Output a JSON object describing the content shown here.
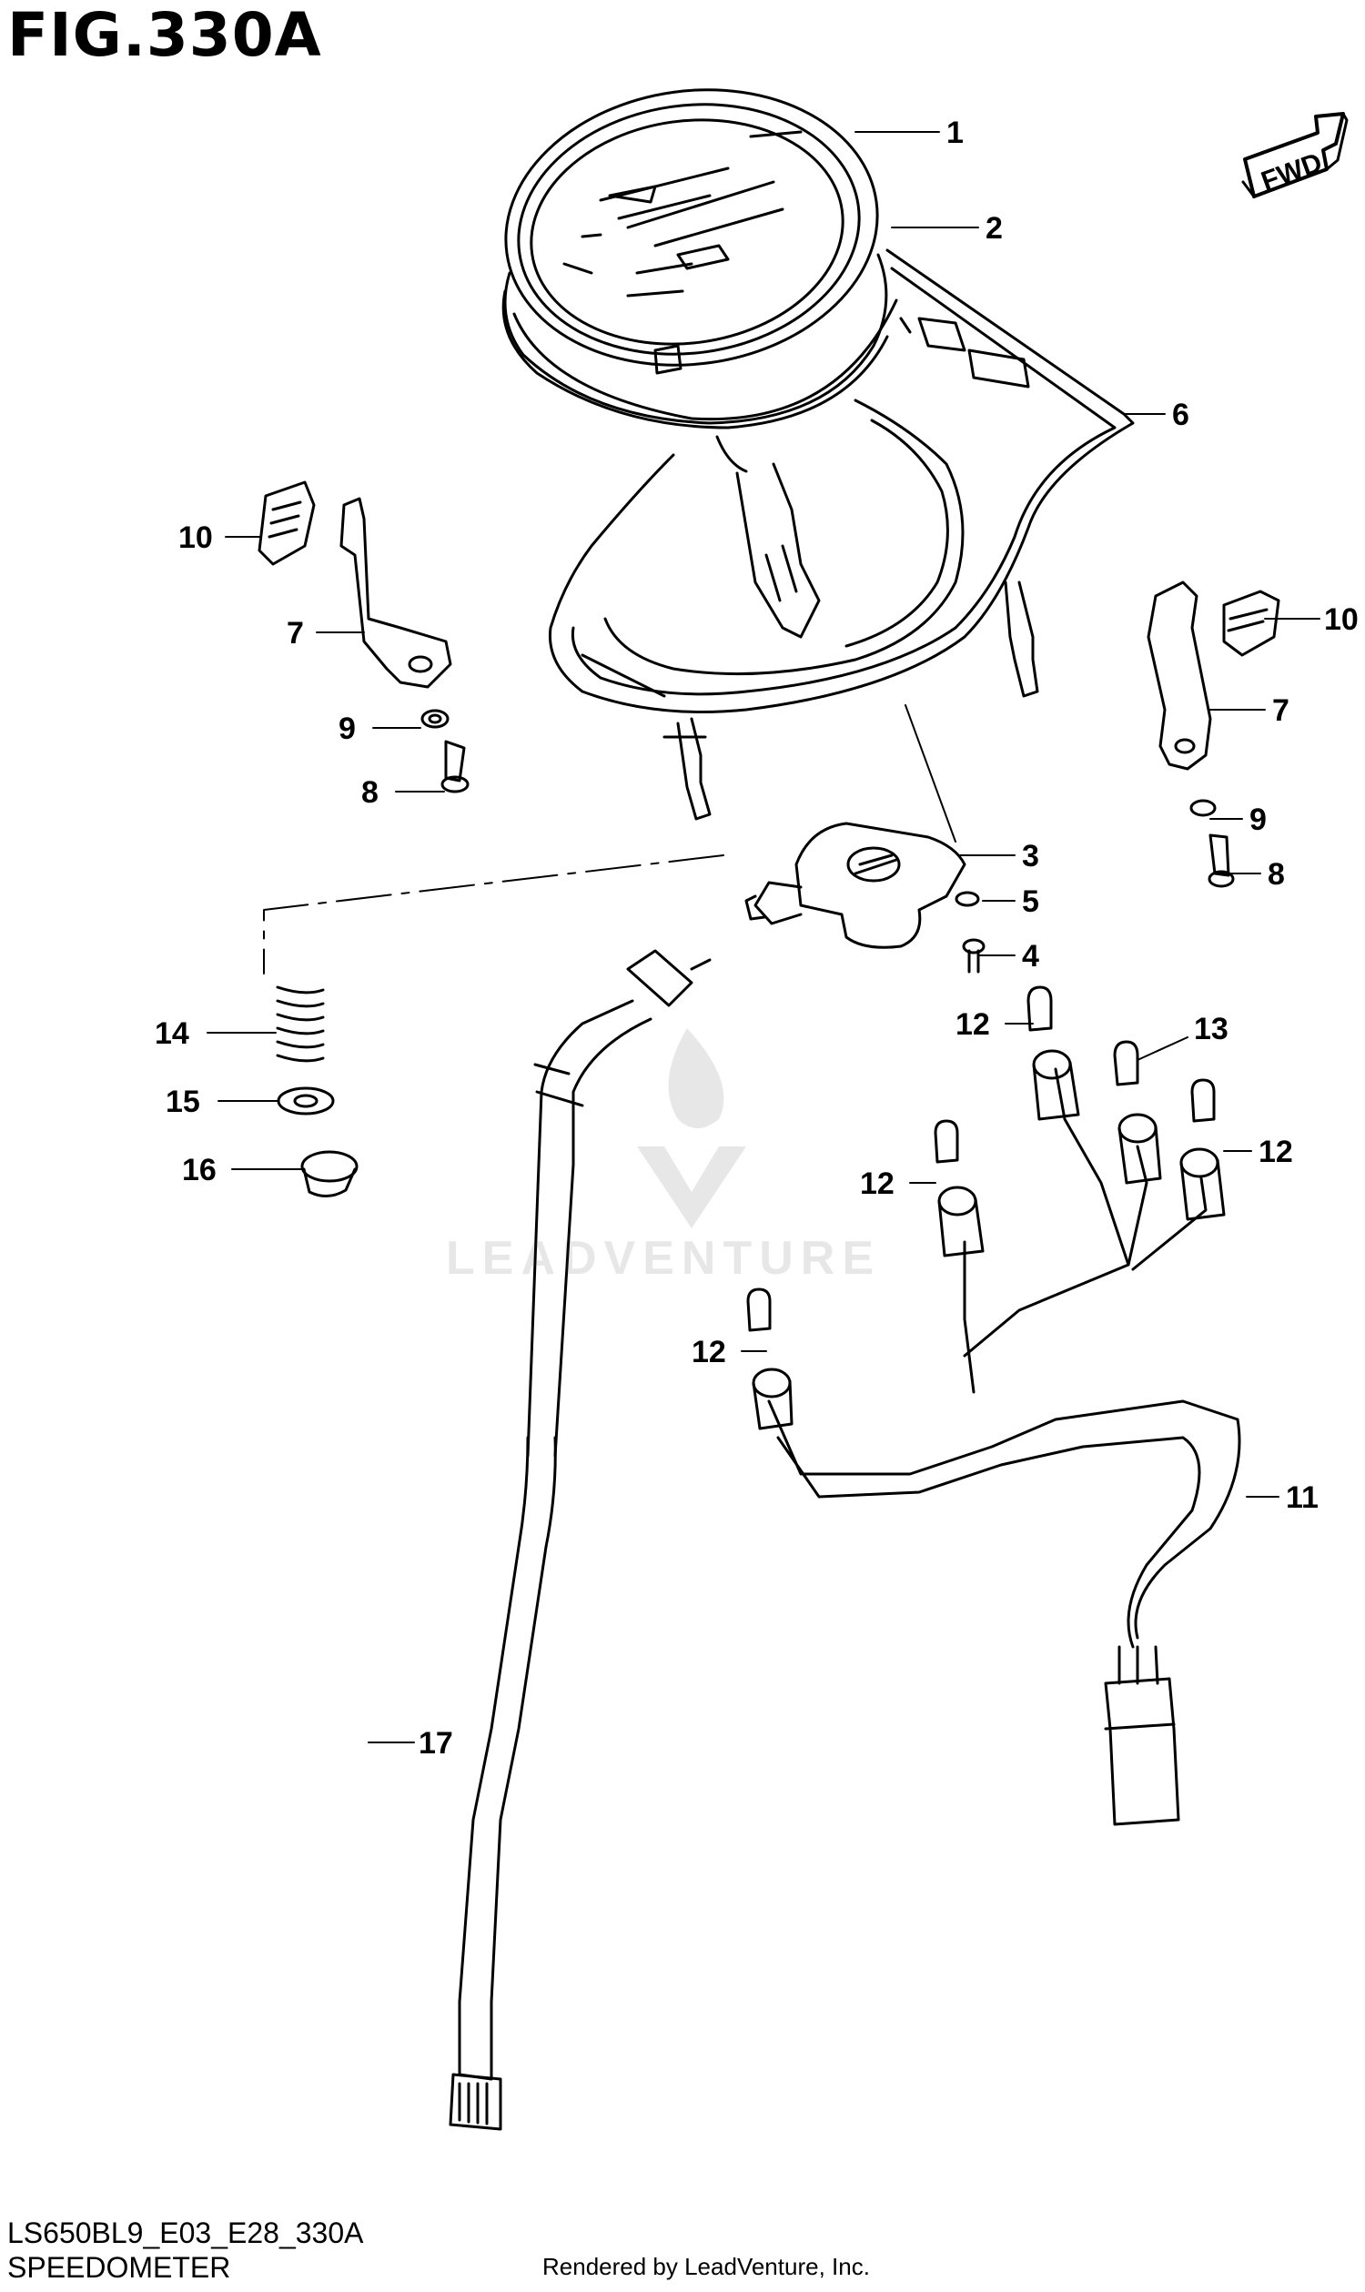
{
  "figure_title": "FIG.330A",
  "fwd_label": "FWD",
  "watermark": "LEADVENTURE",
  "footer": {
    "code": "LS650BL9_E03_E28_330A",
    "name": "SPEEDOMETER",
    "rendered": "Rendered by LeadVenture, Inc."
  },
  "callouts": [
    {
      "id": "c1",
      "label": "1"
    },
    {
      "id": "c2",
      "label": "2"
    },
    {
      "id": "c3",
      "label": "3"
    },
    {
      "id": "c4",
      "label": "4"
    },
    {
      "id": "c5",
      "label": "5"
    },
    {
      "id": "c6",
      "label": "6"
    },
    {
      "id": "c7a",
      "label": "7"
    },
    {
      "id": "c7b",
      "label": "7"
    },
    {
      "id": "c8a",
      "label": "8"
    },
    {
      "id": "c8b",
      "label": "8"
    },
    {
      "id": "c9a",
      "label": "9"
    },
    {
      "id": "c9b",
      "label": "9"
    },
    {
      "id": "c10a",
      "label": "10"
    },
    {
      "id": "c10b",
      "label": "10"
    },
    {
      "id": "c11",
      "label": "11"
    },
    {
      "id": "c12a",
      "label": "12"
    },
    {
      "id": "c12b",
      "label": "12"
    },
    {
      "id": "c12c",
      "label": "12"
    },
    {
      "id": "c12d",
      "label": "12"
    },
    {
      "id": "c13",
      "label": "13"
    },
    {
      "id": "c14",
      "label": "14"
    },
    {
      "id": "c15",
      "label": "15"
    },
    {
      "id": "c16",
      "label": "16"
    },
    {
      "id": "c17",
      "label": "17"
    }
  ]
}
